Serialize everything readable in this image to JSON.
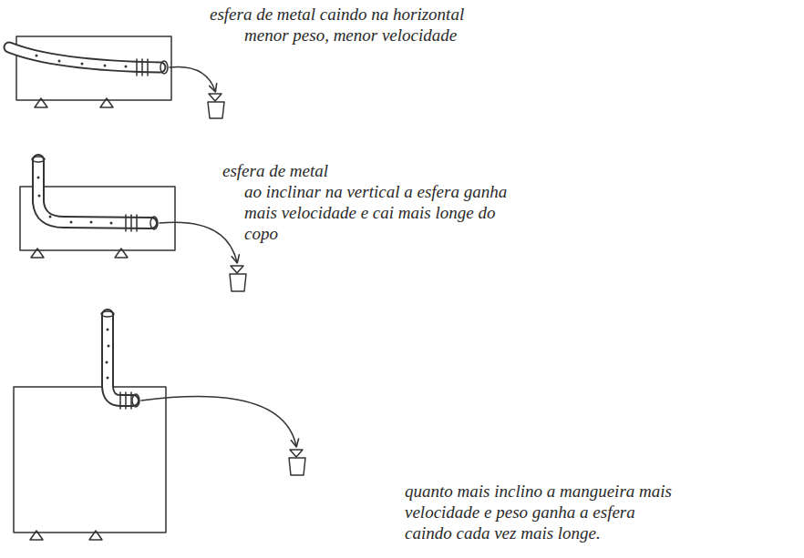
{
  "diagram": {
    "labels": [
      "esfera de metal caindo na horizontal",
      "menor peso, menor velocidade",
      "esfera de metal",
      "ao inclinar na vertical a esfera ganha mais velocidade e cai mais longe do copo",
      "quanto mais inclino a mangueira mais velocidade e peso ganha a esfera caindo cada vez mais longe."
    ]
  }
}
